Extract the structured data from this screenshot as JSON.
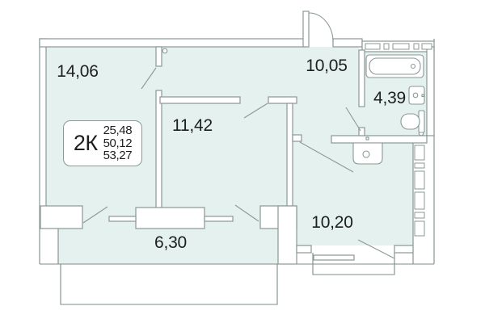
{
  "floor_plan": {
    "unit_label": "2К",
    "area_living": "25,48",
    "area_total": "50,12",
    "area_full": "53,27",
    "rooms": [
      {
        "id": "living-room",
        "area": "14,06"
      },
      {
        "id": "hallway",
        "area": "10,05"
      },
      {
        "id": "bathroom",
        "area": "4,39"
      },
      {
        "id": "bedroom",
        "area": "11,42"
      },
      {
        "id": "kitchen",
        "area": "10,20"
      },
      {
        "id": "balcony",
        "area": "6,30"
      }
    ],
    "fixtures": [
      "bathtub",
      "wash-sink",
      "toilet",
      "kitchen-sink"
    ],
    "colors": {
      "room_fill": "#e4f1ee",
      "wall_stroke": "#8a9896",
      "outline": "#7e8c8a",
      "text": "#1d1f1e",
      "wall_fill": "#ffffff"
    }
  }
}
